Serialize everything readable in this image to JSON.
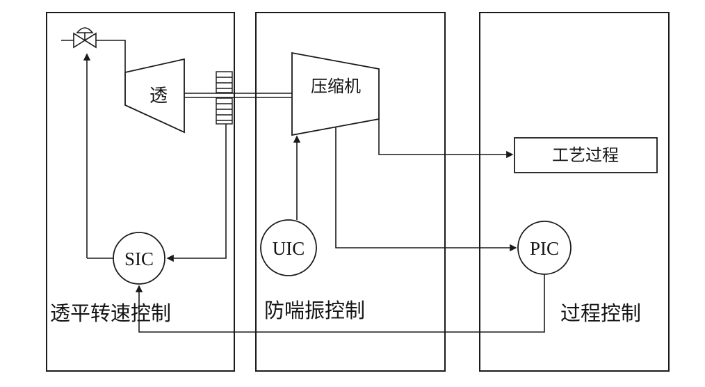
{
  "colors": {
    "background": "#ffffff",
    "line": "#1a1a1a"
  },
  "sections": {
    "turbine_speed": {
      "label": "透平转速控制"
    },
    "anti_surge": {
      "label": "防喘振控制"
    },
    "process": {
      "label": "过程控制"
    }
  },
  "equipment": {
    "turbine": "透",
    "compressor": "压缩机",
    "process_block": "工艺过程"
  },
  "controllers": {
    "speed": "SIC",
    "anti_surge": "UIC",
    "pressure": "PIC"
  }
}
